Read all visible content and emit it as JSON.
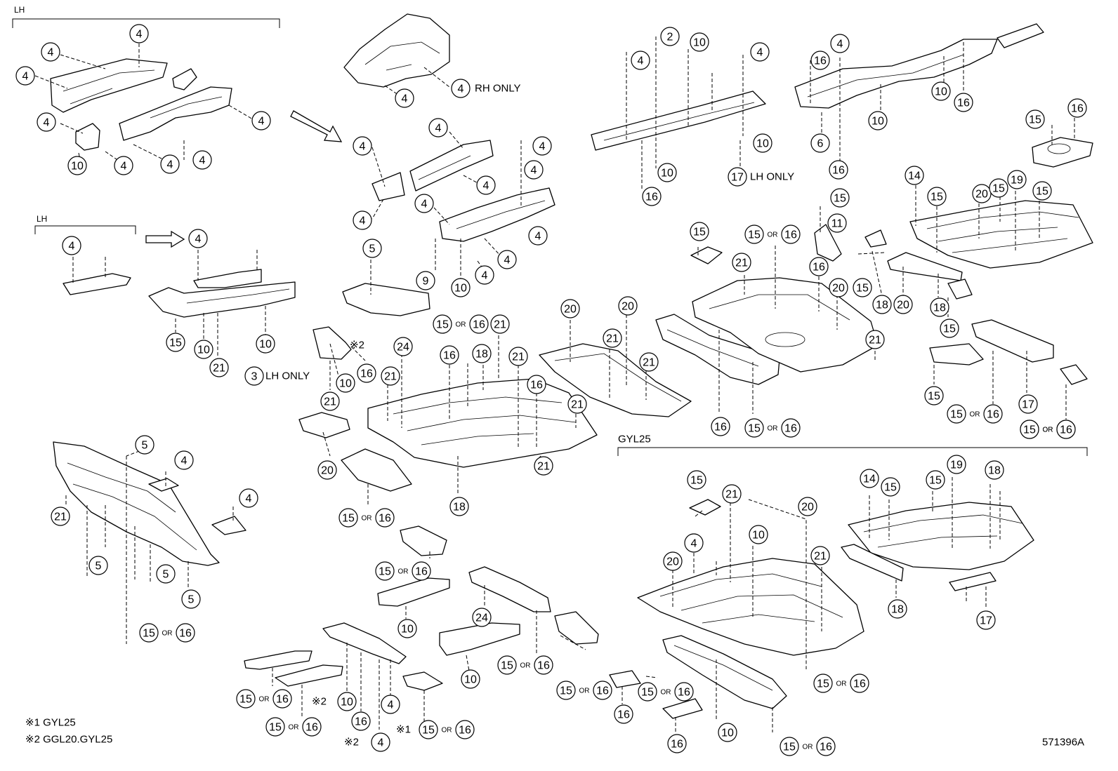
{
  "labels": {
    "lh_top": "LH",
    "lh_mid": "LH",
    "rh_only": "RH ONLY",
    "lh_only_17": "LH ONLY",
    "lh_only_3": "LH ONLY",
    "gyl25_group": "GYL25",
    "or": "OR",
    "note_1": "※1 GYL25",
    "note_2": "※2 GGL20.GYL25",
    "figure_id": "571396A",
    "mark_2": "※2",
    "mark_1": "※1"
  },
  "callouts": [
    "2",
    "3",
    "4",
    "5",
    "6",
    "9",
    "10",
    "11",
    "14",
    "15",
    "16",
    "17",
    "18",
    "19",
    "20",
    "21",
    "24"
  ]
}
